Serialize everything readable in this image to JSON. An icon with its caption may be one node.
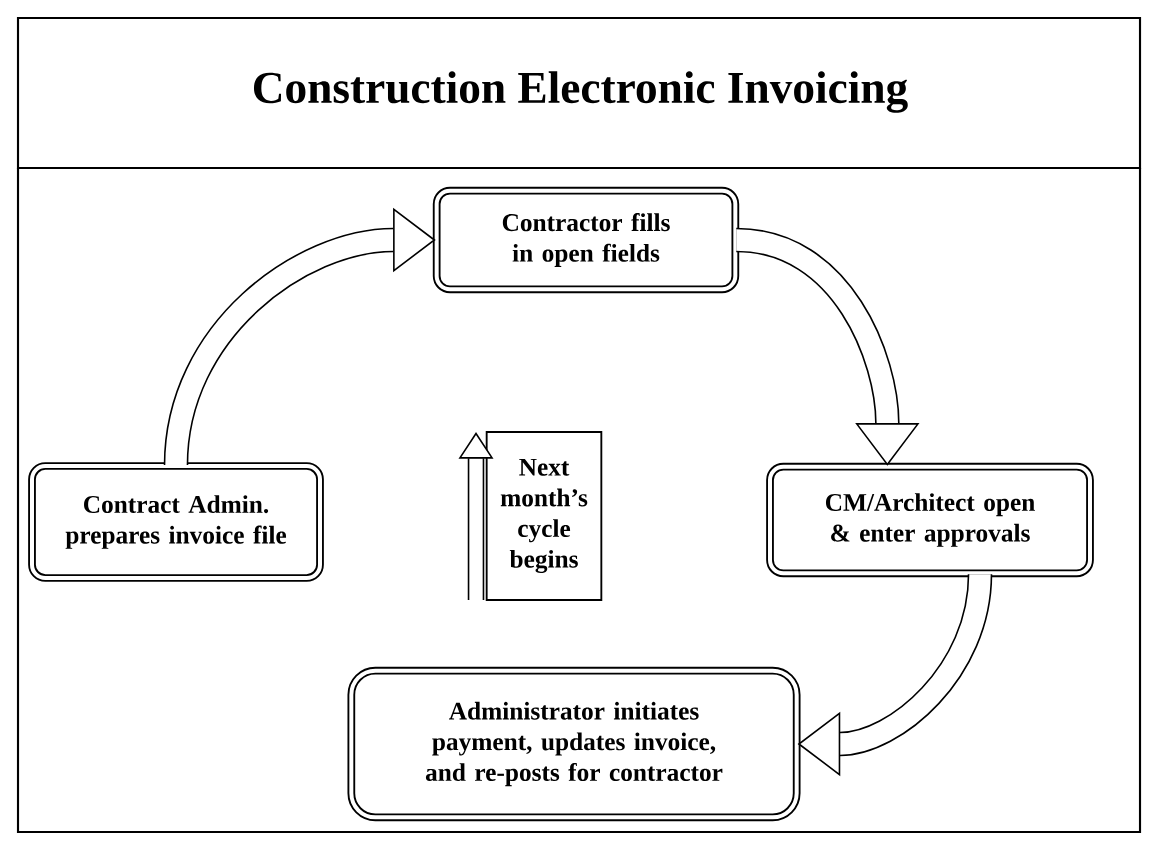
{
  "diagram": {
    "title": "Construction Electronic Invoicing",
    "nodes": [
      {
        "text": [
          "Contract Admin. prepares invoice file"
        ]
      },
      {
        "text": [
          "Contractor fills in open fields"
        ]
      },
      {
        "text": [
          "CM/Architect open & enter approvals"
        ]
      },
      {
        "text": [
          "Administrator initiates payment, updates invoice, and re-posts for contractor"
        ]
      },
      {
        "text": [
          "Next month’s cycle begins"
        ]
      }
    ],
    "edges": [
      {
        "from": 0,
        "to": 1,
        "arrow": "to"
      },
      {
        "from": 1,
        "to": 2,
        "arrow": "to"
      },
      {
        "from": 2,
        "to": 3,
        "arrow": "to"
      }
    ]
  }
}
